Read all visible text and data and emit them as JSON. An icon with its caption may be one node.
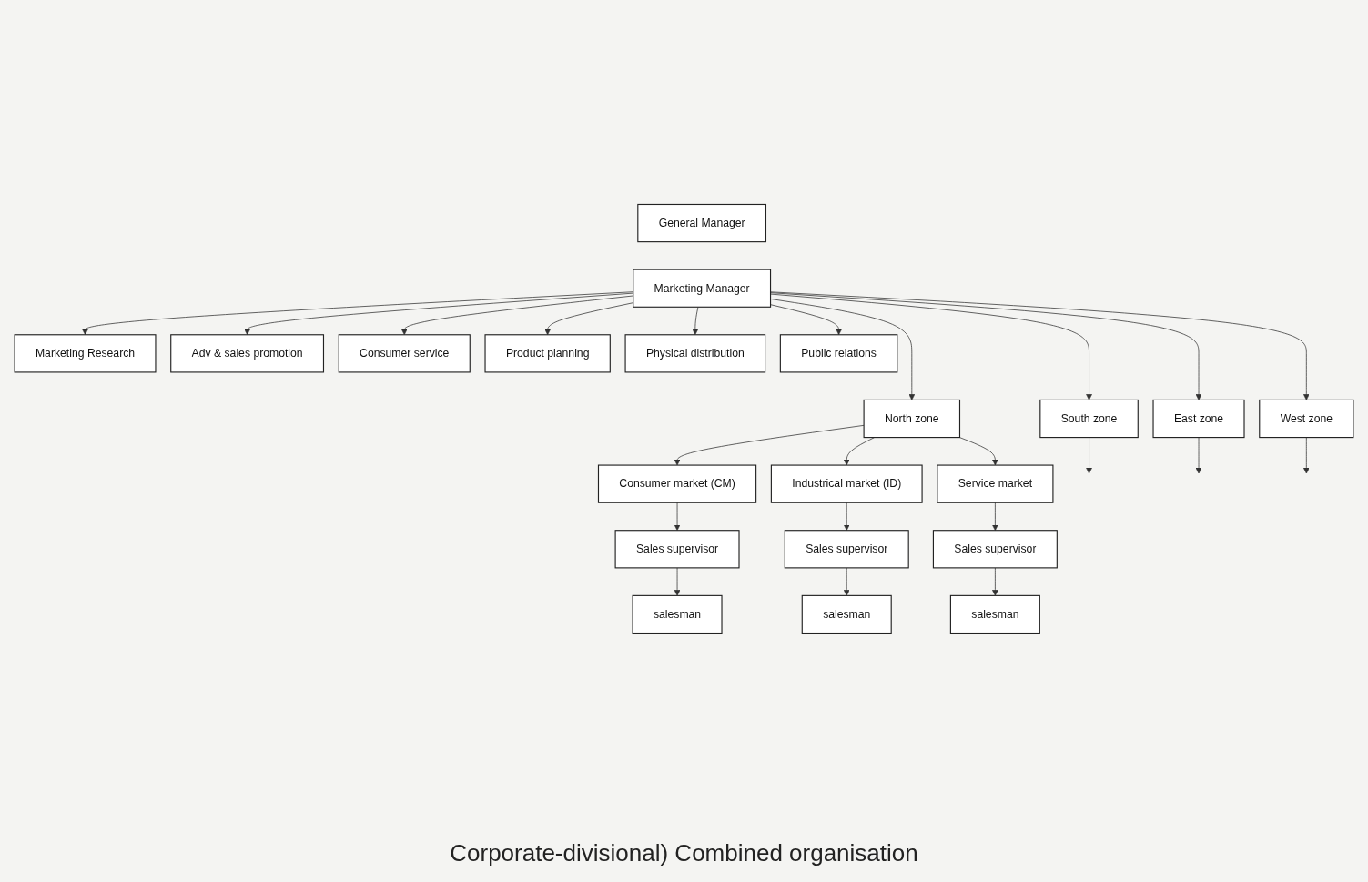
{
  "diagram": {
    "caption": "Corporate-divisional) Combined organisation",
    "nodes": [
      {
        "text": [
          "General Manager"
        ]
      },
      {
        "text": [
          "Marketing Manager"
        ]
      },
      {
        "text": [
          "Marketing Research"
        ]
      },
      {
        "text": [
          "Adv & sales promotion"
        ]
      },
      {
        "text": [
          "Consumer service"
        ]
      },
      {
        "text": [
          "Product planning"
        ]
      },
      {
        "text": [
          "Physical distribution"
        ]
      },
      {
        "text": [
          "Public relations"
        ]
      },
      {
        "text": [
          "North zone"
        ]
      },
      {
        "text": [
          "South zone"
        ]
      },
      {
        "text": [
          "East zone"
        ]
      },
      {
        "text": [
          "West zone"
        ]
      },
      {
        "text": [
          "Consumer market (CM)"
        ]
      },
      {
        "text": [
          "Industrical market (ID)"
        ]
      },
      {
        "text": [
          "Service market"
        ]
      },
      {
        "text": [
          "Sales supervisor"
        ]
      },
      {
        "text": [
          "Sales supervisor"
        ]
      },
      {
        "text": [
          "Sales supervisor"
        ]
      },
      {
        "text": [
          "salesman"
        ]
      },
      {
        "text": [
          "salesman"
        ]
      },
      {
        "text": [
          "salesman"
        ]
      }
    ],
    "edges": [
      {
        "from": 1,
        "to": 2,
        "arrow": "to"
      },
      {
        "from": 1,
        "to": 3,
        "arrow": "to"
      },
      {
        "from": 1,
        "to": 4,
        "arrow": "to"
      },
      {
        "from": 1,
        "to": 5,
        "arrow": "to"
      },
      {
        "from": 1,
        "to": 6,
        "arrow": "to"
      },
      {
        "from": 1,
        "to": 7,
        "arrow": "to"
      },
      {
        "from": 1,
        "to": 8,
        "arrow": "to"
      },
      {
        "from": 1,
        "to": 9,
        "arrow": "to"
      },
      {
        "from": 1,
        "to": 10,
        "arrow": "to"
      },
      {
        "from": 1,
        "to": 11,
        "arrow": "to"
      },
      {
        "from": 8,
        "to": 12,
        "arrow": "to"
      },
      {
        "from": 8,
        "to": 13,
        "arrow": "to"
      },
      {
        "from": 8,
        "to": 14,
        "arrow": "to"
      },
      {
        "from": 9,
        "to": null,
        "arrow": "to"
      },
      {
        "from": 10,
        "to": null,
        "arrow": "to"
      },
      {
        "from": 11,
        "to": null,
        "arrow": "to"
      },
      {
        "from": 12,
        "to": 15,
        "arrow": "to"
      },
      {
        "from": 13,
        "to": 16,
        "arrow": "to"
      },
      {
        "from": 14,
        "to": 17,
        "arrow": "to"
      },
      {
        "from": 15,
        "to": 18,
        "arrow": "to"
      },
      {
        "from": 16,
        "to": 19,
        "arrow": "to"
      },
      {
        "from": 17,
        "to": 20,
        "arrow": "to"
      }
    ]
  }
}
